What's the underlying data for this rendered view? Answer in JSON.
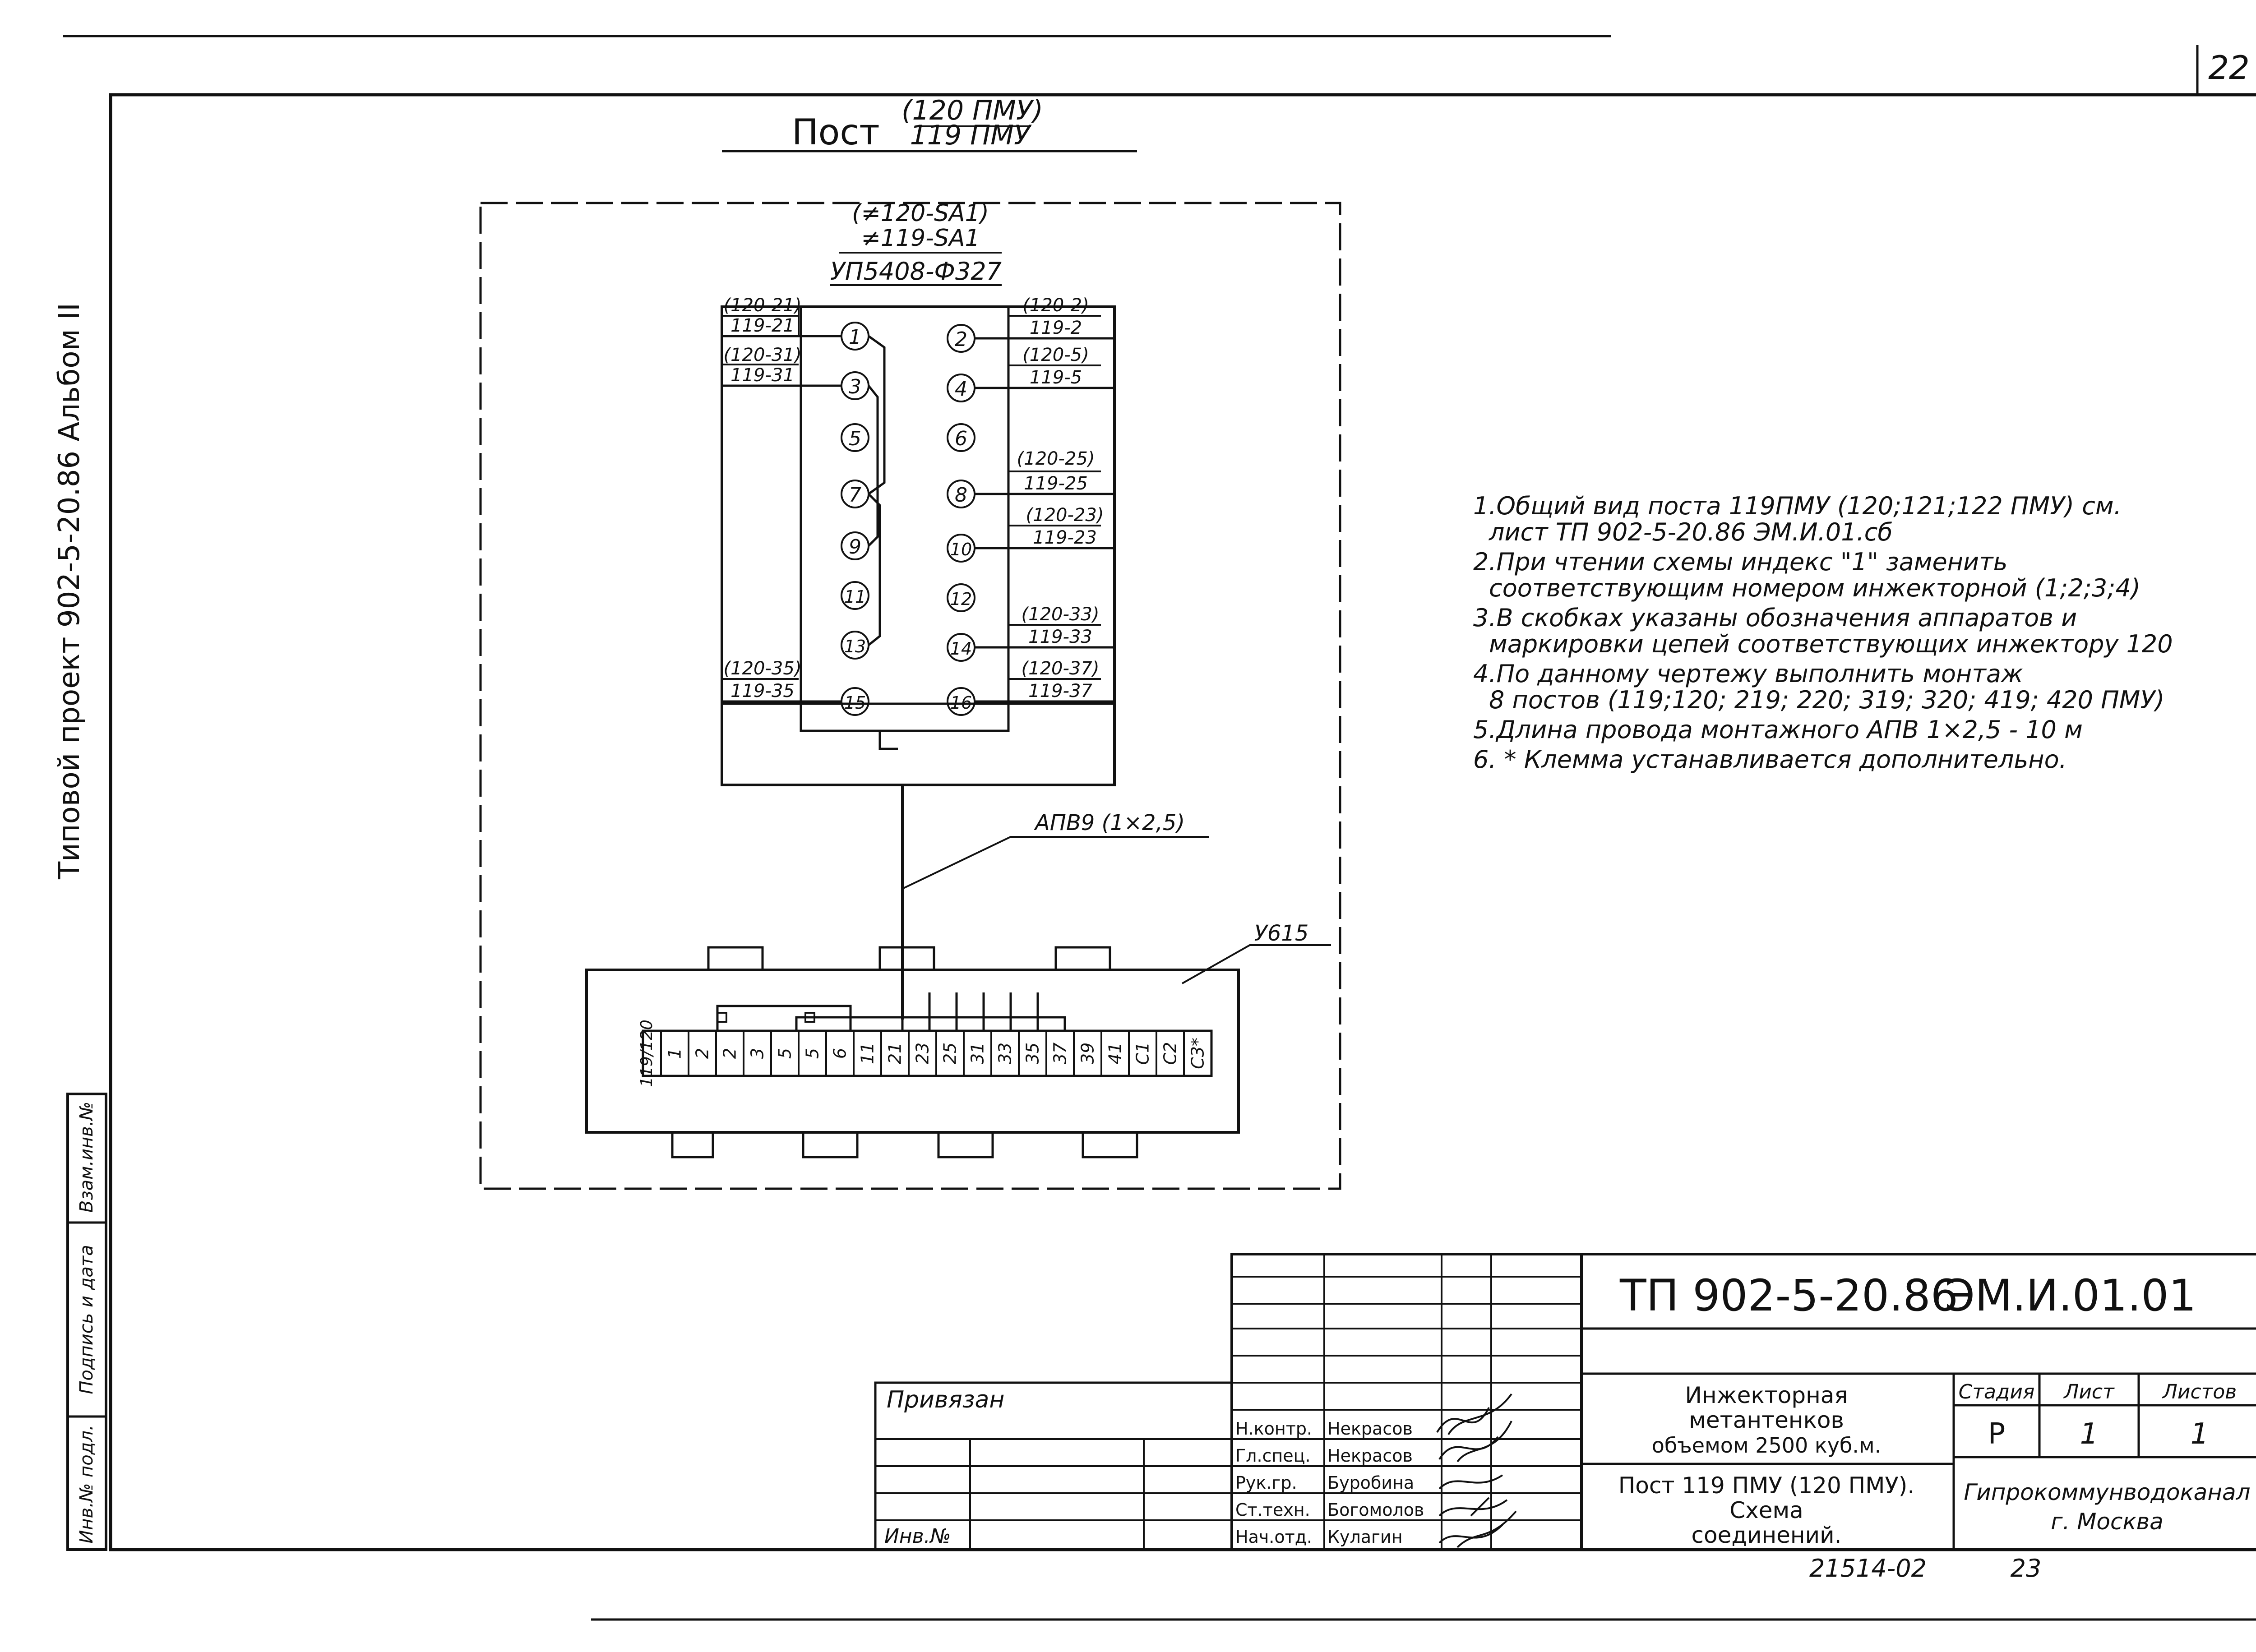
{
  "page_number": "22",
  "side_label": "Типовой проект 902-5-20.86 Альбом II",
  "post_title": {
    "prefix": "Пост",
    "top": "(120 ПМУ)",
    "bottom": "119 ПМУ"
  },
  "device": {
    "alt_designation": "(≠120-SA1)",
    "designation": "≠119-SA1",
    "model": "УП5408-Ф327",
    "left_terminals": [
      "1",
      "3",
      "5",
      "7",
      "9",
      "11",
      "13",
      "15"
    ],
    "right_terminals": [
      "2",
      "4",
      "6",
      "8",
      "10",
      "12",
      "14",
      "16"
    ],
    "left_labels": [
      {
        "alt": "(120-21)",
        "main": "119-21"
      },
      {
        "alt": "(120-31)",
        "main": "119-31"
      },
      {
        "alt": "(120-35)",
        "main": "119-35"
      }
    ],
    "right_labels": [
      {
        "alt": "(120-2)",
        "main": "119-2"
      },
      {
        "alt": "(120-5)",
        "main": "119-5"
      },
      {
        "alt": "(120-25)",
        "main": "119-25"
      },
      {
        "alt": "(120-23)",
        "main": "119-23"
      },
      {
        "alt": "(120-33)",
        "main": "119-33"
      },
      {
        "alt": "(120-37)",
        "main": "119-37"
      }
    ]
  },
  "cable_label": "АПВ9 (1×2,5)",
  "box_label": "У615",
  "terminal_block": {
    "header": "119/120",
    "terminals": [
      "1",
      "2",
      "2",
      "3",
      "5",
      "5",
      "6",
      "11",
      "21",
      "23",
      "25",
      "31",
      "33",
      "35",
      "37",
      "39",
      "41",
      "С1",
      "С2",
      "С3*"
    ]
  },
  "notes": [
    "1.Общий вид поста 119ПМУ (120;121;122 ПМУ) см. лист ТП 902-5-20.86 ЭМ.И.01.сб",
    "2.При чтении схемы индекс \"1\" заменить соответствующим номером инжекторной (1;2;3;4)",
    "3.В скобках указаны обозначения аппаратов и маркировки цепей соответствующих инжектору 120",
    "4.По данному чертежу выполнить монтаж 8 постов (119;120; 219; 220; 319; 320; 419; 420 ПМУ)",
    "5.Длина провода монтажного АПВ 1×2,5 - 10 м",
    "6. * Клемма устанавливается дополнительно."
  ],
  "title_block": {
    "doc_code": "ТП 902-5-20.86",
    "sheet_code": "ЭМ.И.01.01",
    "privyazan": "Привязан",
    "inv_no": "Инв.№",
    "roles": [
      "Н.контр.",
      "Гл.спец.",
      "Рук.гр.",
      "Ст.техн.",
      "Нач.отд."
    ],
    "names": [
      "Некрасов",
      "Некрасов",
      "Буробина",
      "Богомолов",
      "Кулагин"
    ],
    "object_name": [
      "Инжекторная",
      "метантенков",
      "объемом 2500 куб.м."
    ],
    "sheet_title": [
      "Пост 119 ПМУ (120 ПМУ).",
      "Схема",
      "соединений."
    ],
    "col_headers": [
      "Стадия",
      "Лист",
      "Листов"
    ],
    "stage": "Р",
    "sheet": "1",
    "sheets": "1",
    "organization": [
      "Гипрокоммунводоканал",
      "г. Москва"
    ],
    "stamp_code": "21514-02",
    "stamp_page": "23"
  },
  "margin_stamp": [
    "Инв.№ подл.",
    "Подпись и дата",
    "Взам.инв.№"
  ]
}
